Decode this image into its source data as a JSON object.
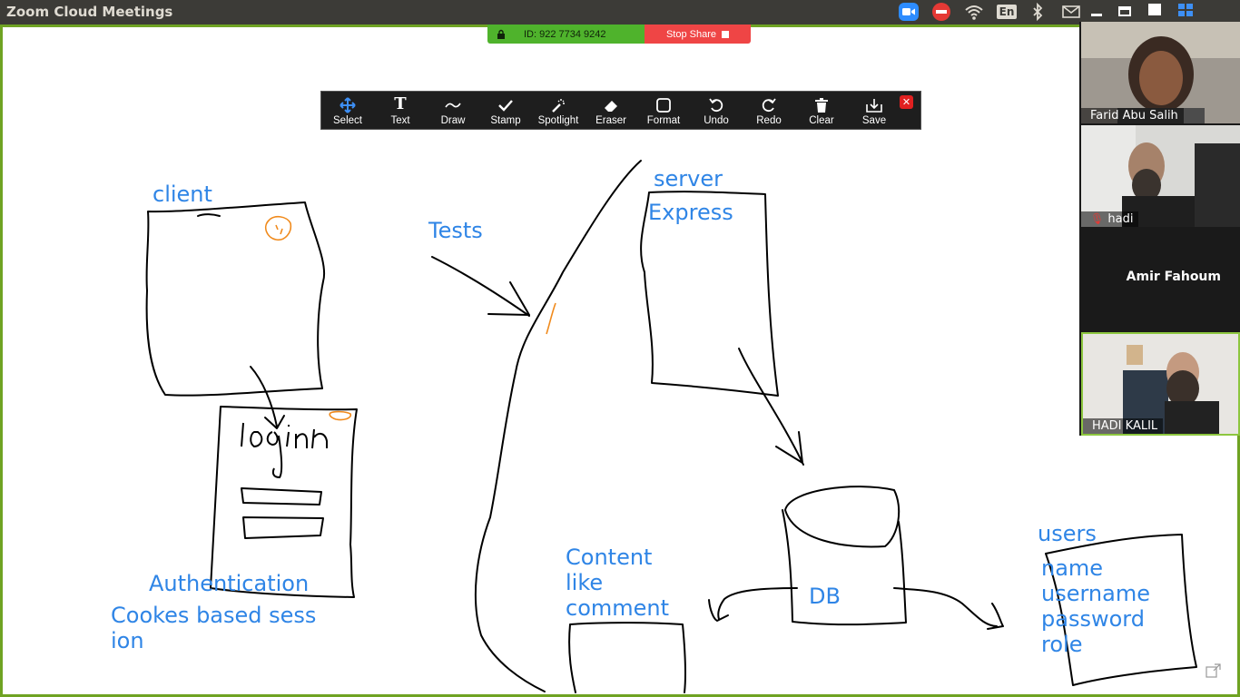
{
  "window": {
    "title": "Zoom Cloud Meetings",
    "tray": {
      "keyboard_layout": "En"
    },
    "icons": [
      "zoom-icon",
      "do-not-disturb-icon",
      "wifi-icon",
      "bluetooth-icon",
      "mail-icon",
      "minimize-icon",
      "maximize-icon",
      "grid-icon"
    ]
  },
  "share_bar": {
    "meeting_id": "ID: 922 7734 9242",
    "stop_label": "Stop Share",
    "id_color": "#4fb32c",
    "stop_color": "#ef4545"
  },
  "toolbar": {
    "tools": [
      {
        "label": "Select",
        "icon": "move-icon"
      },
      {
        "label": "Text",
        "icon": "text-icon"
      },
      {
        "label": "Draw",
        "icon": "draw-icon"
      },
      {
        "label": "Stamp",
        "icon": "stamp-icon"
      },
      {
        "label": "Spotlight",
        "icon": "spotlight-icon"
      },
      {
        "label": "Eraser",
        "icon": "eraser-icon"
      },
      {
        "label": "Format",
        "icon": "format-icon"
      },
      {
        "label": "Undo",
        "icon": "undo-icon"
      },
      {
        "label": "Redo",
        "icon": "redo-icon"
      },
      {
        "label": "Clear",
        "icon": "trash-icon"
      },
      {
        "label": "Save",
        "icon": "save-icon"
      }
    ]
  },
  "annotations": {
    "client": "client",
    "tests": "Tests",
    "server": "server",
    "express": "Express",
    "login": "login",
    "authentication": "Authentication",
    "cookies_line1": "Cookes based sess",
    "cookies_line2": "ion",
    "content_line1": "Content",
    "content_line2": "like",
    "content_line3": "comment",
    "db": "DB",
    "users": "users",
    "field_name": "name",
    "field_username": "username",
    "field_password": "password",
    "field_role": "role"
  },
  "participants": [
    {
      "name": "Farid Abu Salih",
      "video": true,
      "muted": false
    },
    {
      "name": "hadi",
      "video": true,
      "muted": true
    },
    {
      "name": "Amir Fahoum",
      "video": false,
      "muted": false
    },
    {
      "name": "HADI KALIL",
      "video": true,
      "muted": false,
      "active_speaker": true
    }
  ],
  "colors": {
    "ink_text": "#2f85e6",
    "ink_line": "#000000",
    "ink_accent": "#f08a1c",
    "share_border": "#6fa323"
  }
}
